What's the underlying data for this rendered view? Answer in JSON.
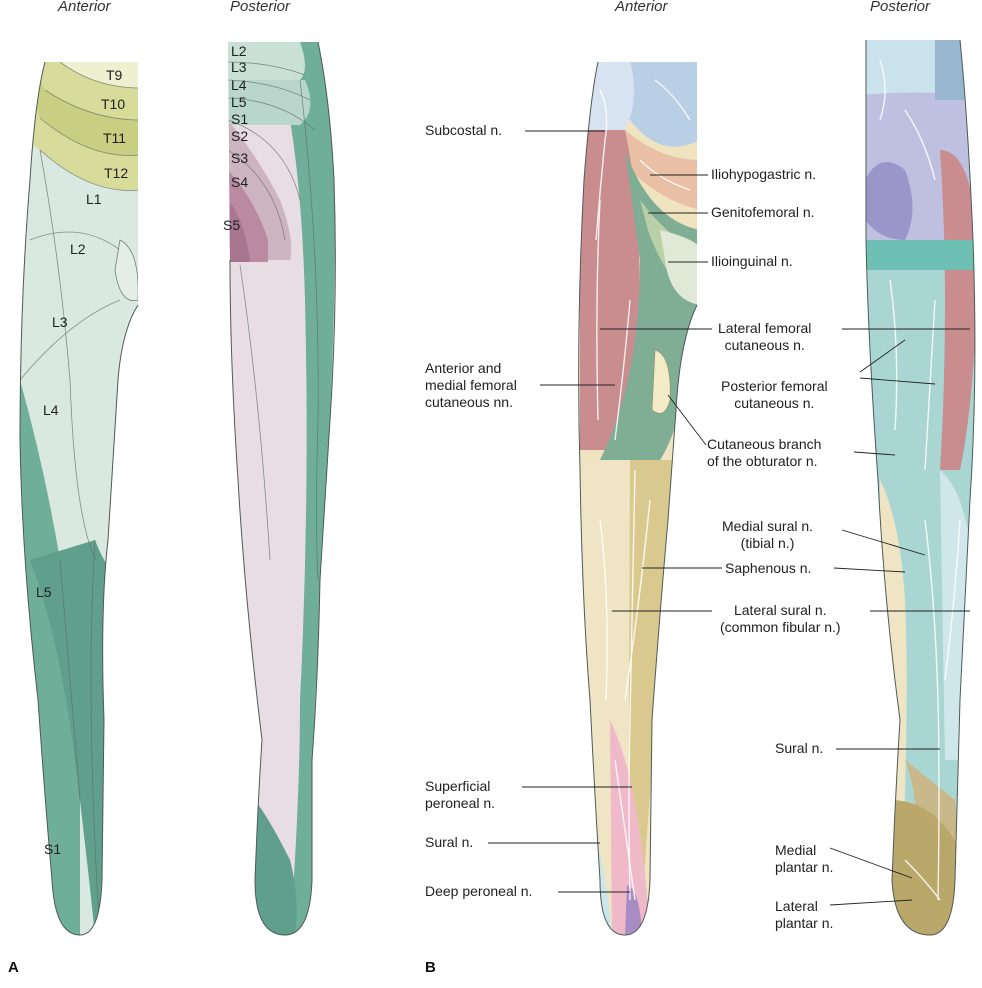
{
  "panel_a": {
    "letter": "A",
    "heading_anterior": "Anterior",
    "heading_posterior": "Posterior",
    "anterior_segments": [
      "T9",
      "T10",
      "T11",
      "T12",
      "L1",
      "L2",
      "L3",
      "L4",
      "L5",
      "S1"
    ],
    "posterior_segments": [
      "L2",
      "L3",
      "L4",
      "L5",
      "S1",
      "S2",
      "S3",
      "S4",
      "S5"
    ]
  },
  "panel_b": {
    "letter": "B",
    "heading_anterior": "Anterior",
    "heading_posterior": "Posterior",
    "labels": {
      "subcostal": [
        "Subcostal n."
      ],
      "iliohypogastric": [
        "Iliohypogastric n."
      ],
      "genitofemoral": [
        "Genitofemoral n."
      ],
      "ilioinguinal": [
        "Ilioinguinal n."
      ],
      "lateral_femoral": [
        "Lateral femoral",
        "cutaneous n."
      ],
      "anterior_medial_femoral": [
        "Anterior and",
        "medial femoral",
        "cutaneous nn."
      ],
      "posterior_femoral": [
        "Posterior femoral",
        "cutaneous n."
      ],
      "obturator": [
        "Cutaneous branch",
        "of the obturator n."
      ],
      "medial_sural": [
        "Medial sural n.",
        "(tibial n.)"
      ],
      "saphenous": [
        "Saphenous n."
      ],
      "lateral_sural": [
        "Lateral sural n.",
        "(common fibular n.)"
      ],
      "sural_posterior": [
        "Sural n."
      ],
      "superficial_peroneal": [
        "Superficial",
        "peroneal n."
      ],
      "sural_anterior": [
        "Sural n."
      ],
      "medial_plantar": [
        "Medial",
        "plantar n."
      ],
      "deep_peroneal": [
        "Deep peroneal n."
      ],
      "lateral_plantar": [
        "Lateral",
        "plantar n."
      ]
    }
  },
  "colors": {
    "teal_dark": "#5f9f8c",
    "teal_light": "#cfe3da",
    "olive": "#c9cf82",
    "mauve": "#c79aa8",
    "pink_light": "#e6d4dc",
    "cream": "#efe3c0",
    "tan": "#c9b98a",
    "blue": "#b8cfe6",
    "lavender": "#bfc0e0",
    "peach": "#e9bfa5",
    "sea": "#a9d6d2"
  }
}
